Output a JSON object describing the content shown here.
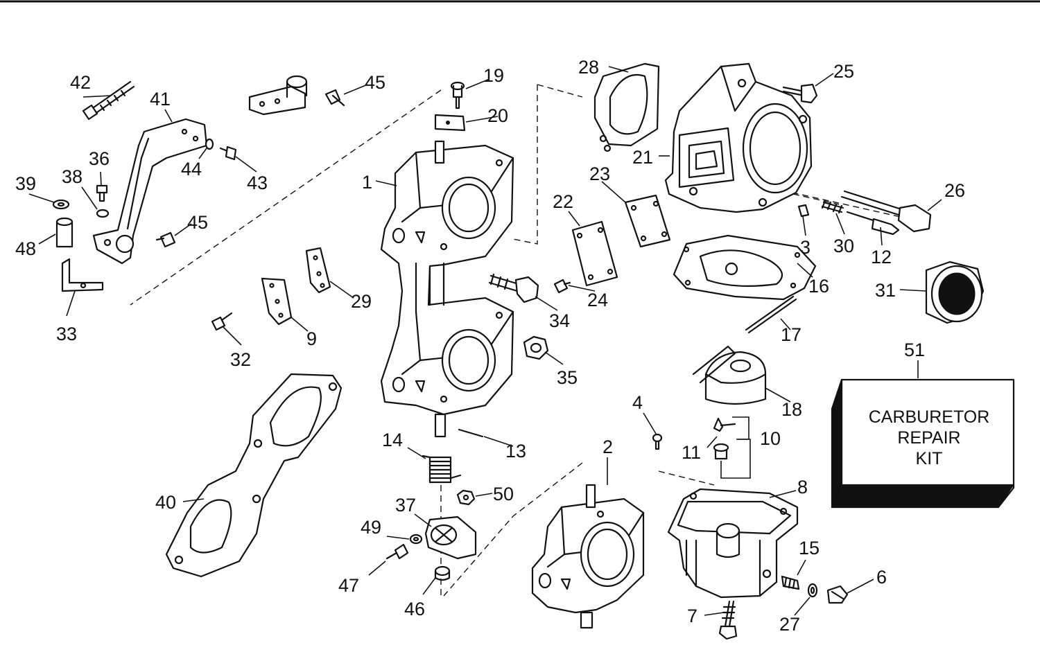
{
  "diagram": {
    "kit_label": [
      "CARBURETOR",
      "REPAIR",
      "KIT"
    ],
    "callouts": {
      "c1": "1",
      "c2": "2",
      "c3": "3",
      "c4": "4",
      "c6": "6",
      "c7": "7",
      "c8": "8",
      "c9": "9",
      "c10": "10",
      "c11": "11",
      "c12": "12",
      "c13": "13",
      "c14": "14",
      "c15": "15",
      "c16": "16",
      "c17": "17",
      "c18": "18",
      "c19": "19",
      "c20": "20",
      "c21": "21",
      "c22": "22",
      "c23": "23",
      "c24": "24",
      "c25": "25",
      "c26": "26",
      "c27": "27",
      "c28": "28",
      "c29": "29",
      "c30": "30",
      "c31": "31",
      "c32": "32",
      "c33": "33",
      "c34": "34",
      "c35": "35",
      "c36": "36",
      "c37": "37",
      "c38": "38",
      "c39": "39",
      "c40": "40",
      "c41": "41",
      "c42": "42",
      "c43": "43",
      "c44": "44",
      "c45a": "45",
      "c45b": "45",
      "c46": "46",
      "c47": "47",
      "c48": "48",
      "c49": "49",
      "c50": "50",
      "c51": "51"
    }
  }
}
